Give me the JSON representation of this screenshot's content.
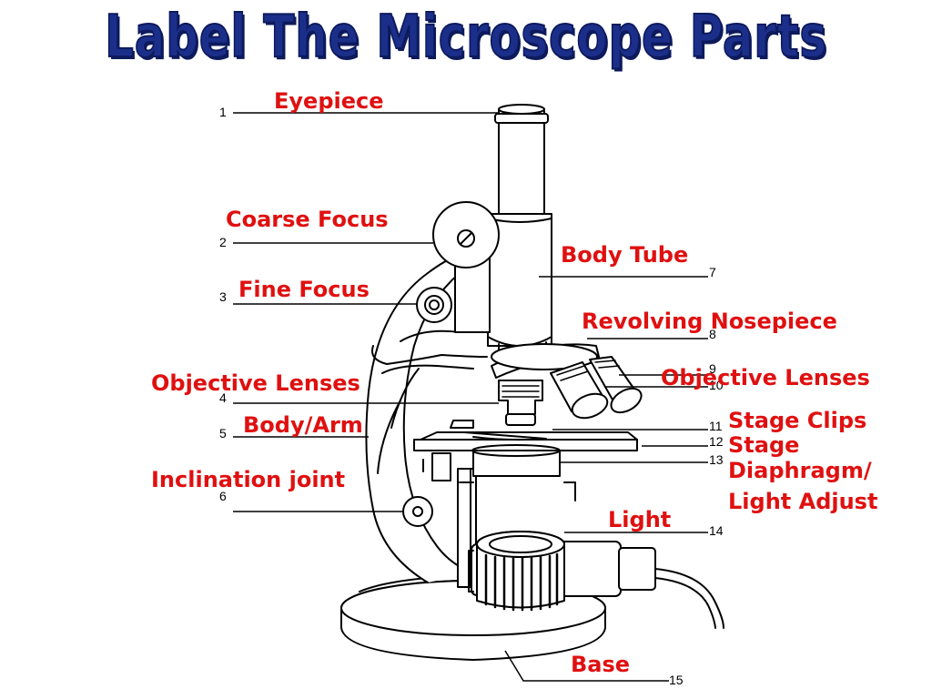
{
  "title": "Label The Microscope Parts",
  "labels": {
    "eyepiece": "Eyepiece",
    "coarse_focus": "Coarse Focus",
    "fine_focus": "Fine Focus",
    "objective_lenses_left": "Objective Lenses",
    "body_arm": "Body/Arm",
    "inclination_joint": "Inclination joint",
    "body_tube": "Body Tube",
    "revolving_nosepiece": "Revolving Nosepiece",
    "objective_lenses_right": "Objective Lenses",
    "stage_clips": "Stage Clips",
    "stage": "Stage",
    "diaphragm": "Diaphragm/",
    "light_adjust": "Light Adjust",
    "light": "Light",
    "base": "Base"
  },
  "numbers": [
    "1",
    "2",
    "3",
    "4",
    "5",
    "6",
    "7",
    "8",
    "9",
    "10",
    "11",
    "12",
    "13",
    "14",
    "15"
  ],
  "colors": {
    "title": "#1b2f8a",
    "label": "#e01010",
    "line": "#000000"
  }
}
